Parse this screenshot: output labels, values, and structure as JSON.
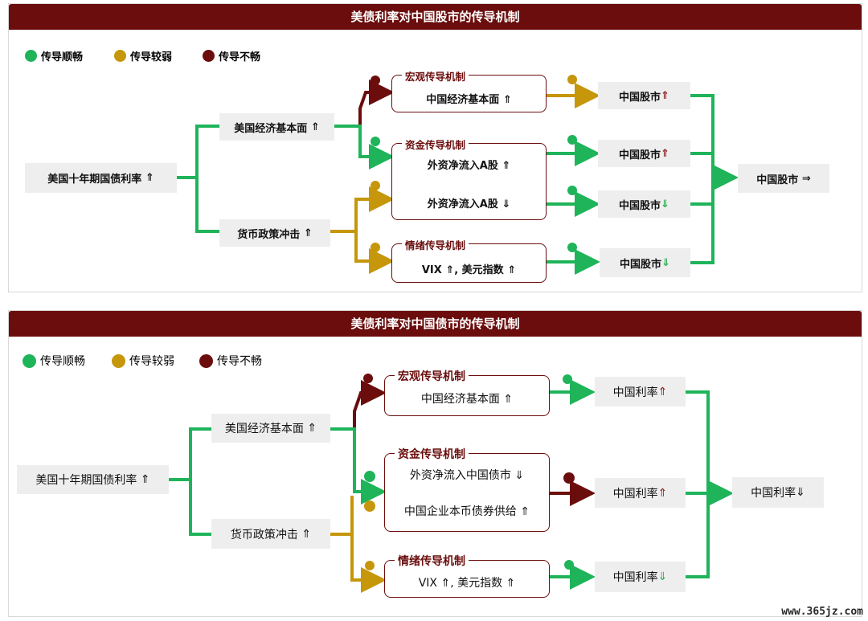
{
  "colors": {
    "banner": "#6b0d0d",
    "smooth": "#1fb45a",
    "weak": "#c6960b",
    "blocked": "#6b0d0d",
    "label_bg": "#eeeeee"
  },
  "panel1": {
    "title": "美债利率对中国股市的传导机制",
    "legend": {
      "smooth": "传导顺畅",
      "weak": "传导较弱",
      "blocked": "传导不畅"
    },
    "source": "美国十年期国债利率",
    "source_arrow": "⇑",
    "econ": "美国经济基本面",
    "econ_arrow": "⇑",
    "policy": "货币政策冲击",
    "policy_arrow": "⇑",
    "macro_title": "宏观传导机制",
    "macro_text": "中国经济基本面",
    "macro_arrow": "⇑",
    "fund_title": "资金传导机制",
    "fund_text1": "外资净流入A股",
    "fund_arrow1": "⇑",
    "fund_text2": "外资净流入A股",
    "fund_arrow2": "⇓",
    "senti_title": "情绪传导机制",
    "senti_text_a": "VIX",
    "senti_arrow_a": "⇑",
    "senti_text_b": ", 美元指数",
    "senti_arrow_b": "⇑",
    "out_label": "中国股市",
    "out1_arrow": "⇑",
    "out2_arrow": "⇑",
    "out3_arrow": "⇓",
    "out4_arrow": "⇓",
    "final_label": "中国股市",
    "final_arrow": "⇒"
  },
  "panel2": {
    "title": "美债利率对中国债市的传导机制",
    "legend": {
      "smooth": "传导顺畅",
      "weak": "传导较弱",
      "blocked": "传导不畅"
    },
    "source": "美国十年期国债利率",
    "source_arrow": "⇑",
    "econ": "美国经济基本面",
    "econ_arrow": "⇑",
    "policy": "货币政策冲击",
    "policy_arrow": "⇑",
    "macro_title": "宏观传导机制",
    "macro_text": "中国经济基本面",
    "macro_arrow": "⇑",
    "fund_title": "资金传导机制",
    "fund_text1": "外资净流入中国债市",
    "fund_arrow1": "⇓",
    "fund_text2": "中国企业本币债券供给",
    "fund_arrow2": "⇑",
    "senti_title": "情绪传导机制",
    "senti_text_a": "VIX",
    "senti_arrow_a": "⇑",
    "senti_text_b": ", 美元指数",
    "senti_arrow_b": "⇑",
    "out_label": "中国利率",
    "out1_arrow": "⇑",
    "out2_arrow": "⇑",
    "out3_arrow": "⇓",
    "final_label": "中国利率",
    "final_arrow": "⇓"
  },
  "watermark": "www.365jz.com"
}
